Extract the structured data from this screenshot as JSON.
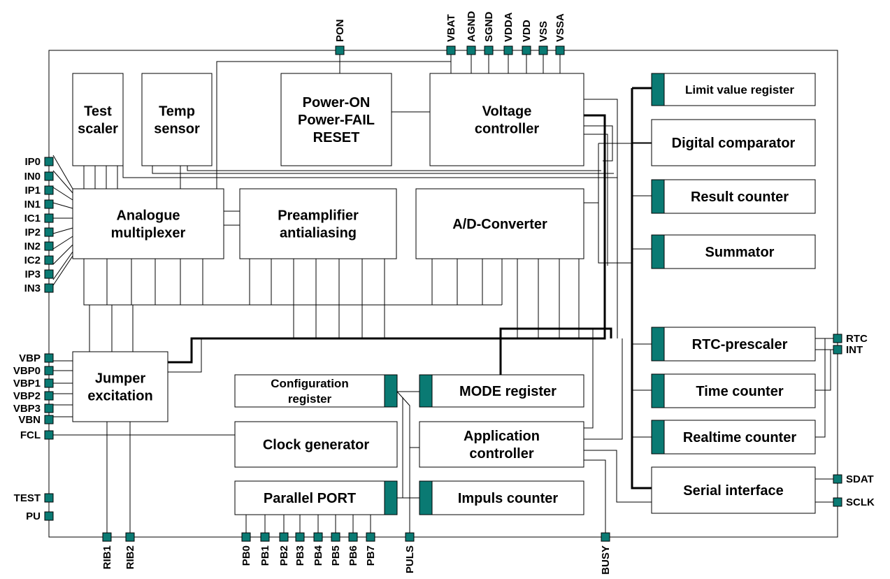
{
  "colors": {
    "pin": "#0a7a73",
    "line": "#000000",
    "background": "#ffffff"
  },
  "blocks": {
    "test_scaler": [
      "Test",
      "scaler"
    ],
    "temp_sensor": [
      "Temp",
      "sensor"
    ],
    "power_on": [
      "Power-ON",
      "Power-FAIL",
      "RESET"
    ],
    "voltage_controller": [
      "Voltage",
      "controller"
    ],
    "analogue_multiplexer": [
      "Analogue",
      "multiplexer"
    ],
    "preamplifier": [
      "Preamplifier",
      "antialiasing"
    ],
    "adc": [
      "A/D-Converter"
    ],
    "jumper_excitation": [
      "Jumper",
      "excitation"
    ],
    "configuration_register": [
      "Configuration",
      "register"
    ],
    "mode_register": [
      "MODE register"
    ],
    "clock_generator": [
      "Clock generator"
    ],
    "application_controller": [
      "Application",
      "controller"
    ],
    "parallel_port": [
      "Parallel PORT"
    ],
    "impuls_counter": [
      "Impuls counter"
    ],
    "limit_value_register": [
      "Limit value register"
    ],
    "digital_comparator": [
      "Digital comparator"
    ],
    "result_counter": [
      "Result counter"
    ],
    "summator": [
      "Summator"
    ],
    "rtc_prescaler": [
      "RTC-prescaler"
    ],
    "time_counter": [
      "Time counter"
    ],
    "realtime_counter": [
      "Realtime counter"
    ],
    "serial_interface": [
      "Serial interface"
    ]
  },
  "pins": {
    "top": [
      "PON",
      "VBAT",
      "AGND",
      "SGND",
      "VDDA",
      "VDD",
      "VSS",
      "VSSA"
    ],
    "left_inputs": [
      "IP0",
      "IN0",
      "IP1",
      "IN1",
      "IC1",
      "IP2",
      "IN2",
      "IC2",
      "IP3",
      "IN3"
    ],
    "left_excitation": [
      "VBP",
      "VBP0",
      "VBP1",
      "VBP2",
      "VBP3",
      "VBN"
    ],
    "left_misc": [
      "FCL",
      "TEST",
      "PU"
    ],
    "bottom": [
      "RIB1",
      "RIB2",
      "PB0",
      "PB1",
      "PB2",
      "PB3",
      "PB4",
      "PB5",
      "PB6",
      "PB7",
      "PULS",
      "BUSY"
    ],
    "right": [
      "RTC",
      "INT",
      "SDAT",
      "SCLK"
    ]
  }
}
